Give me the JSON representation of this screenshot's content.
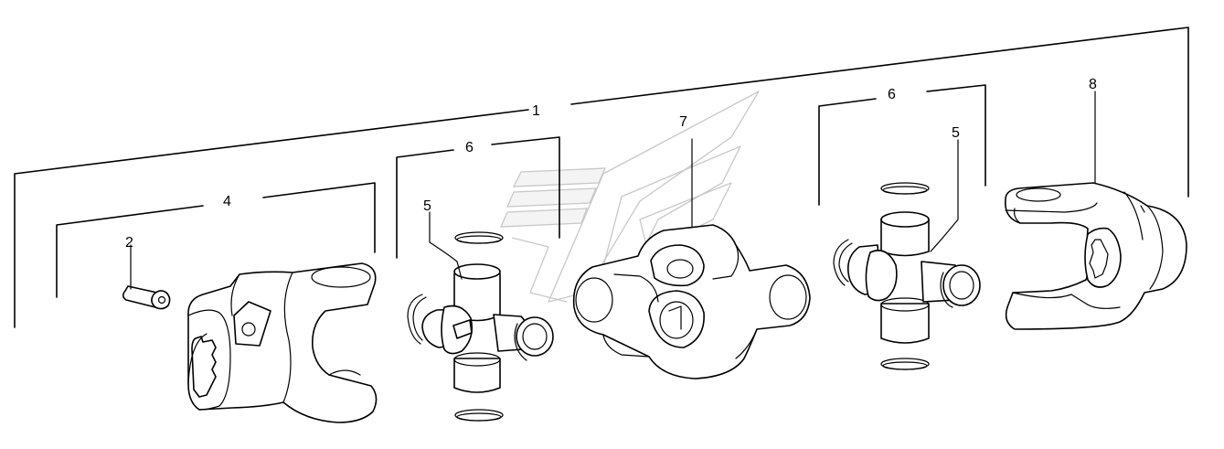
{
  "callouts": {
    "c1": "1",
    "c2": "2",
    "c4": "4",
    "c5a": "5",
    "c5b": "5",
    "c6a": "6",
    "c6b": "6",
    "c7": "7",
    "c8": "8"
  },
  "colors": {
    "line": "#000000",
    "watermark": "#c8c8c8",
    "background": "#ffffff"
  }
}
